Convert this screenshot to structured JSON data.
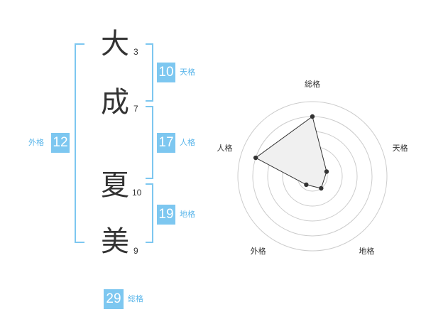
{
  "characters": [
    {
      "char": "大",
      "strokes": "3"
    },
    {
      "char": "成",
      "strokes": "7"
    },
    {
      "char": "夏",
      "strokes": "10"
    },
    {
      "char": "美",
      "strokes": "9"
    }
  ],
  "kaku": {
    "tenkaku": {
      "value": "10",
      "label": "天格"
    },
    "jinkaku": {
      "value": "17",
      "label": "人格"
    },
    "chikaku": {
      "value": "19",
      "label": "地格"
    },
    "gaikaku": {
      "value": "12",
      "label": "外格"
    },
    "soukaku": {
      "value": "29",
      "label": "総格"
    }
  },
  "chart_data": {
    "type": "radar",
    "axes": [
      "総格",
      "天格",
      "地格",
      "外格",
      "人格"
    ],
    "rings": 5,
    "values": [
      4,
      1,
      1,
      0.7,
      4
    ],
    "max": 5,
    "grid": true,
    "colors": {
      "fill": "#f0f0f0",
      "line": "#333333",
      "grid": "#cccccc",
      "center": "#bbbbbb"
    }
  },
  "colors": {
    "accent": "#7dc7f0",
    "label_accent": "#5bb6ea",
    "text": "#333333"
  }
}
